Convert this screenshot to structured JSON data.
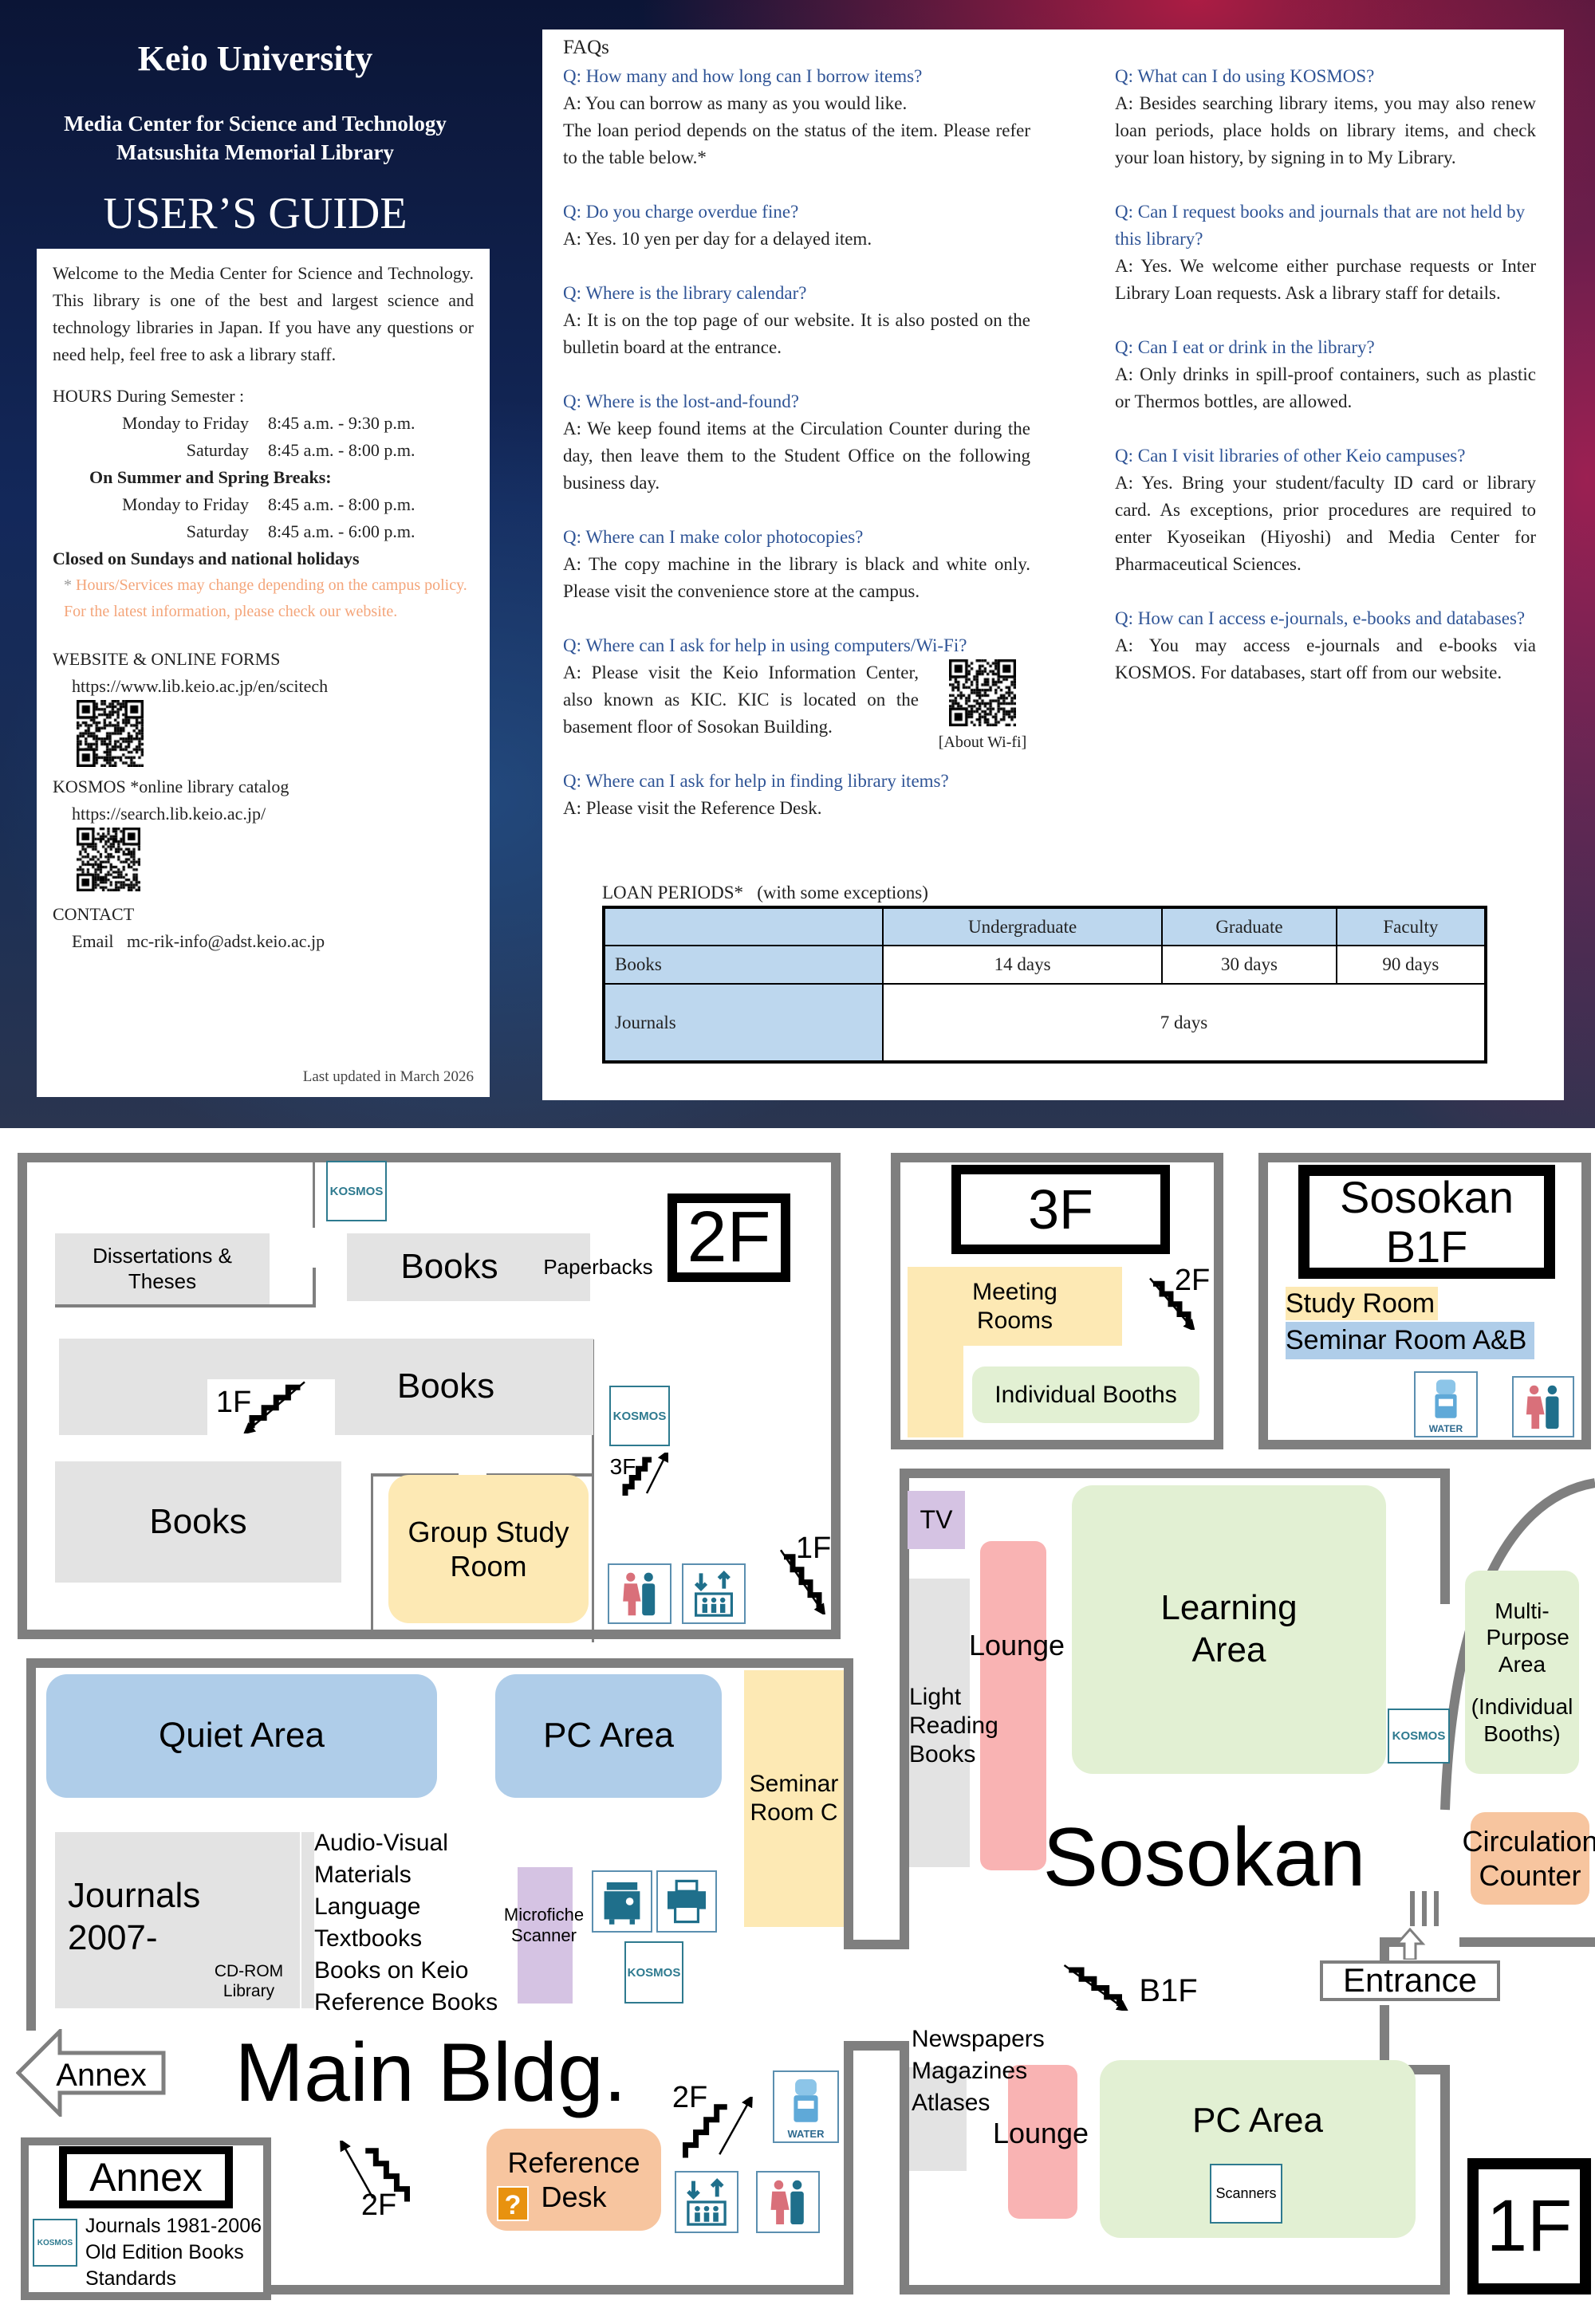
{
  "header": {
    "university": "Keio University",
    "center": "Media Center for Science and Technology",
    "library": "Matsushita Memorial Library",
    "guide_title": "USER’S GUIDE"
  },
  "welcome": "Welcome to the Media Center for Science and Technology. This library is one of the best and largest science and technology libraries in Japan. If you have any questions or need help, feel free to ask a library staff.",
  "hours": {
    "semester_title": "HOURS During Semester :",
    "semester": [
      {
        "days": "Monday to Friday",
        "time": "8:45 a.m. - 9:30 p.m."
      },
      {
        "days": "Saturday",
        "time": "8:45 a.m. - 8:00 p.m."
      }
    ],
    "breaks_title": "On Summer and Spring Breaks:",
    "breaks": [
      {
        "days": "Monday to Friday",
        "time": "8:45 a.m. - 8:00 p.m."
      },
      {
        "days": "Saturday",
        "time": "8:45 a.m. - 6:00 p.m."
      }
    ],
    "closed": "Closed on Sundays and national holidays",
    "note_mark": "* ",
    "note": "Hours/Services may change depending on the campus policy. For the latest information, please check our website.",
    "note_color": "#f4a57a"
  },
  "website": {
    "title": "WEBSITE & ONLINE FORMS",
    "url": "https://www.lib.keio.ac.jp/en/scitech"
  },
  "kosmos": {
    "title": "KOSMOS",
    "desc": "*online library catalog",
    "url": "https://search.lib.keio.ac.jp/"
  },
  "contact": {
    "title": "CONTACT",
    "label": "Email",
    "email": "mc-rik-info@adst.keio.ac.jp"
  },
  "last_updated": "Last updated in March 2026",
  "faq": {
    "title": "FAQs",
    "question_color": "#2f5496",
    "left": [
      {
        "q": "Q: How many and how long can I borrow items?",
        "a": [
          "A: You can borrow as many as you would like.",
          "The loan period depends on the status of the item. Please refer to the table below.*"
        ]
      },
      {
        "q": "Q: Do you charge overdue fine?",
        "a": [
          "A: Yes.  10 yen per day for a delayed item."
        ]
      },
      {
        "q": "Q: Where is the library calendar?",
        "a": [
          "A: It is on the top page of our website. It is also posted on the bulletin board at the entrance."
        ]
      },
      {
        "q": "Q: Where is the lost-and-found?",
        "a": [
          "A: We keep found items at the Circulation Counter during the day, then leave them to the Student Office on the following business day."
        ]
      },
      {
        "q": "Q: Where can I make color photocopies?",
        "a": [
          "A: The copy machine in the library is black and white only. Please visit the convenience store at the campus."
        ]
      },
      {
        "q": "Q: Where can I ask for help in using computers/Wi-Fi?",
        "a": [
          "A: Please visit the Keio Information Center, also known as KIC. KIC is located on the basement floor of Sosokan Building."
        ],
        "qr_caption": "[About Wi-fi]"
      },
      {
        "q": "Q: Where can I ask for help in finding library items?",
        "a": [
          "A: Please visit the Reference Desk."
        ]
      }
    ],
    "right": [
      {
        "q": "Q: What can I do using KOSMOS?",
        "a": [
          "A: Besides searching library items, you may also renew loan periods, place holds on library items, and check your loan history, by signing in to My Library."
        ]
      },
      {
        "q": "Q: Can I request books and journals that are not held by this library?",
        "a": [
          "A: Yes. We welcome either purchase requests or Inter Library Loan requests. Ask a library staff for details."
        ]
      },
      {
        "q": "Q: Can I eat or drink in the library?",
        "a": [
          "A: Only drinks in spill-proof containers, such as plastic or Thermos bottles, are allowed."
        ]
      },
      {
        "q": "Q: Can I visit libraries of other Keio campuses?",
        "a": [
          "A: Yes. Bring your student/faculty ID card or library card. As exceptions, prior procedures are required to enter Kyoseikan (Hiyoshi) and Media Center for Pharmaceutical Sciences."
        ]
      },
      {
        "q": "Q: How can I access e-journals, e-books and databases?",
        "a": [
          "A: You may access e-journals and e-books via KOSMOS. For databases, start off from our website."
        ]
      }
    ]
  },
  "loan": {
    "title": "LOAN PERIODS*",
    "subtitle": "(with some exceptions)",
    "columns": [
      "",
      "Undergraduate",
      "Graduate",
      "Faculty"
    ],
    "rows": [
      {
        "label": "Books",
        "values": [
          "14 days",
          "30 days",
          "90 days"
        ]
      },
      {
        "label": "Journals",
        "all": "7 days"
      }
    ],
    "header_color": "#bdd7ee"
  },
  "map": {
    "kosmos": "KOSMOS",
    "f2": {
      "label": "2F",
      "dissertations": "Dissertations & Theses",
      "books1": "Books",
      "paperbacks": "Paperbacks",
      "books2": "Books",
      "books3": "Books",
      "group_study": "Group Study Room",
      "stairs_1f_a": "1F",
      "stairs_3f": "3F",
      "stairs_1f_b": "1F"
    },
    "f3": {
      "label": "3F",
      "meeting": "Meeting Rooms",
      "booths": "Individual Booths",
      "stairs_2f": "2F"
    },
    "b1": {
      "label": "Sosokan B1F",
      "study": "Study Room",
      "seminar": "Seminar Room A&B",
      "water": "WATER"
    },
    "main": {
      "name": "Main Bldg.",
      "quiet": "Quiet Area",
      "pc": "PC Area",
      "seminar_c": "Seminar Room C",
      "journals": "Journals 2007-",
      "cdrom": "CD-ROM Library",
      "av": "Audio-Visual Materials",
      "lang": "Language Textbooks",
      "keio": "Books on Keio",
      "ref_books": "Reference Books",
      "microfiche": "Microfiche Scanner",
      "annex_arrow": "Annex",
      "reference_desk": "Reference Desk",
      "help_mark": "?",
      "stairs_2f_a": "2F",
      "stairs_2f_b": "2F",
      "water": "WATER"
    },
    "annex": {
      "label": "Annex",
      "items": [
        "Journals 1981-2006",
        "Old Edition Books",
        "Standards"
      ]
    },
    "soso": {
      "name": "Sosokan",
      "tv": "TV",
      "light": "Light Reading Books",
      "lounge1": "Lounge",
      "learning": "Learning Area",
      "multi": "Multi-Purpose Area",
      "multi_note": "(Individual Booths)",
      "circulation": "Circulation Counter",
      "entrance": "Entrance",
      "b1f": "B1F",
      "news": [
        "Newspapers",
        "Magazines",
        "Atlases"
      ],
      "lounge2": "Lounge",
      "pc": "PC Area",
      "scanners": "Scanners"
    },
    "f1": {
      "label": "1F"
    }
  }
}
